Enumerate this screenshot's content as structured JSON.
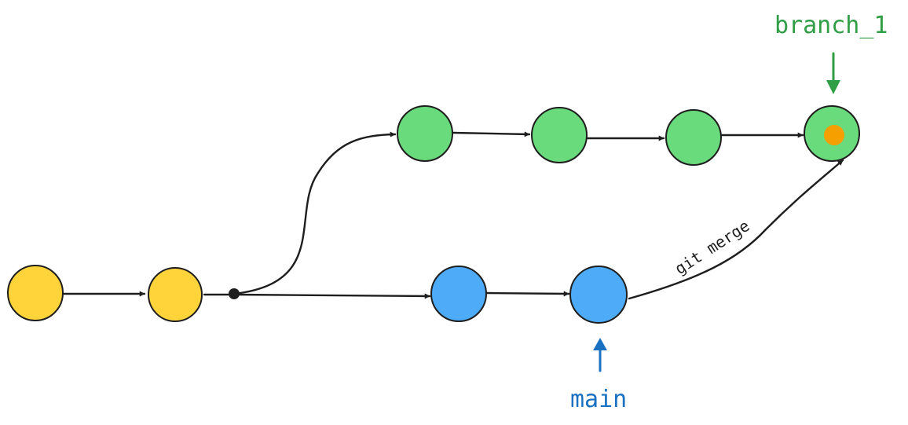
{
  "colors": {
    "base_commit": "#ffd43b",
    "branch_commit": "#69db7c",
    "main_commit": "#4dabf7",
    "head_marker": "#f59f00",
    "branch_label": "#2f9e44",
    "main_label": "#1971c2",
    "edge": "#1e1e1e"
  },
  "labels": {
    "branch": "branch_1",
    "main": "main",
    "merge": "git merge"
  }
}
